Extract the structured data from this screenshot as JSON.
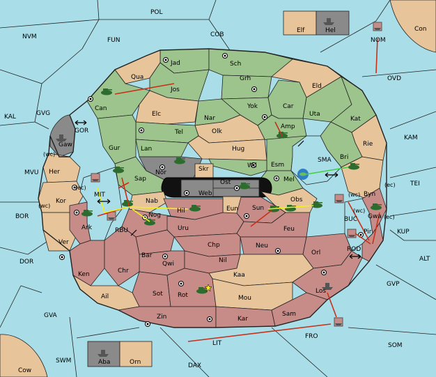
{
  "colors": {
    "sea": "#a9dde8",
    "green_power": "#9dc48c",
    "tan_power": "#e8c49a",
    "rose_power": "#c88c88",
    "gray_power": "#8a8a8a",
    "order_move": "#c83018",
    "order_support": "#f0f020",
    "order_convoy": "#40d040"
  },
  "sea_labels": {
    "POL": "POL",
    "NVM": "NVM",
    "FUN": "FUN",
    "COB": "COB",
    "KAL": "KAL",
    "GVG": "GVG",
    "GOR": "GOR",
    "MVU": "MVU",
    "BOR": "BOR",
    "DOR": "DOR",
    "GVA": "GVA",
    "SWM": "SWM",
    "DAX": "DAX",
    "LIT": "LIT",
    "FRO": "FRO",
    "SOM": "SOM",
    "GVP": "GVP",
    "ALT": "ALT",
    "KUP": "KUP",
    "TEI": "TEI",
    "KAM": "KAM",
    "OVD": "OVD",
    "NOM": "NOM",
    "SMA": "SMA",
    "MIT": "MIT",
    "RBU": "RBU",
    "BUC": "BUC",
    "ROD": "ROD"
  },
  "land_labels": {
    "Jad": "Jad",
    "Sch": "Sch",
    "Qua": "Qua",
    "Jos": "Jos",
    "Grh": "Grh",
    "Eld": "Eld",
    "Can": "Can",
    "Yok": "Yok",
    "Car": "Car",
    "Elc": "Elc",
    "Nar": "Nar",
    "Uta": "Uta",
    "Kat": "Kat",
    "Amp": "Amp",
    "Olk": "Olk",
    "Tel": "Tel",
    "Gur": "Gur",
    "Lan": "Lan",
    "Hug": "Hug",
    "Rie": "Rie",
    "Bri": "Bri",
    "Wil": "Wil",
    "Esm": "Esm",
    "Nor": "Nor",
    "Skr": "Skr",
    "Ost": "Ost",
    "Mel": "Mel",
    "Byn": "Byn",
    "Sap": "Sap",
    "Web": "Web",
    "Gaw": "Gaw",
    "Her": "Her",
    "Kor": "Kor",
    "Nab": "Nab",
    "Eun": "Eun",
    "Obs": "Obs",
    "Sun": "Sun",
    "Hil": "Hil",
    "Gwa": "Gwa",
    "Ark": "Ark",
    "Nog": "Nog",
    "Pir": "Pir",
    "Uru": "Uru",
    "Feu": "Feu",
    "Ver": "Ver",
    "Chp": "Chp",
    "Neu": "Neu",
    "Bar": "Bar",
    "Qwi": "Qwi",
    "Nil": "Nil",
    "Orl": "Orl",
    "Ken": "Ken",
    "Chr": "Chr",
    "Kaa": "Kaa",
    "Los": "Los",
    "Sot": "Sot",
    "Rot": "Rot",
    "Mou": "Mou",
    "Ail": "Ail",
    "Zin": "Zin",
    "Kar": "Kar",
    "Sam": "Sam",
    "Elf": "Elf",
    "Hel": "Hel",
    "Con": "Con",
    "Aba": "Aba",
    "Orn": "Orn",
    "Cow": "Cow"
  },
  "coast_marks": {
    "wc": "(wc)",
    "ec": "(ec)"
  }
}
